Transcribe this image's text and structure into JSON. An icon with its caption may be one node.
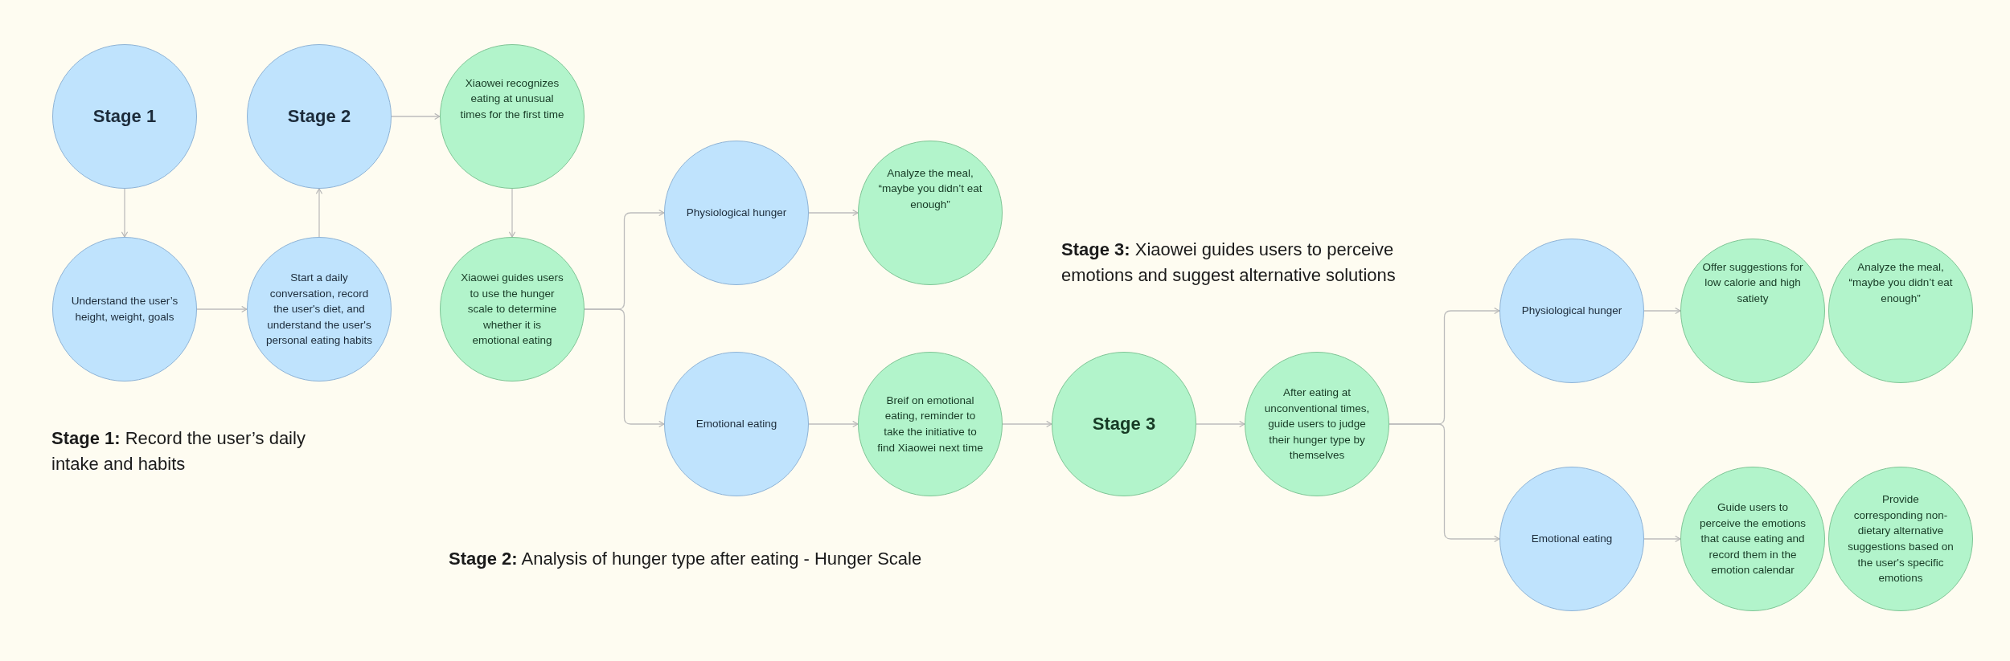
{
  "diagram": {
    "nodes": [
      {
        "text": [
          "Stage 1"
        ]
      },
      {
        "text": [
          "Understand the user’s height, weight, goals"
        ]
      },
      {
        "text": [
          "Start a daily conversation, record the user's diet, and understand the user's personal eating habits"
        ]
      },
      {
        "text": [
          "Stage 2"
        ]
      },
      {
        "text": [
          "Xiaowei recognizes eating at unusual times for the first time"
        ]
      },
      {
        "text": [
          "Xiaowei guides users to use the hunger scale to determine whether it is emotional eating"
        ]
      },
      {
        "text": [
          "Physiological hunger"
        ]
      },
      {
        "text": [
          "Analyze the meal, “maybe you didn’t eat enough”"
        ]
      },
      {
        "text": [
          "Emotional eating"
        ]
      },
      {
        "text": [
          "Breif on emotional eating, reminder to take the initiative to find Xiaowei next time"
        ]
      },
      {
        "text": [
          "Stage 3"
        ]
      },
      {
        "text": [
          "After eating at unconventional times, guide users to judge their hunger type by themselves"
        ]
      },
      {
        "text": [
          "Physiological hunger"
        ]
      },
      {
        "text": [
          "Offer suggestions for low calorie and high satiety"
        ]
      },
      {
        "text": [
          "Analyze the meal, “maybe you didn’t eat enough”"
        ]
      },
      {
        "text": [
          "Emotional eating"
        ]
      },
      {
        "text": [
          "Guide users to perceive the emotions that cause eating and record them in the emotion calendar"
        ]
      },
      {
        "text": [
          "Provide corresponding non-dietary alternative suggestions based on the user's specific emotions"
        ]
      }
    ],
    "edges": [
      {
        "from": 0,
        "to": 1,
        "arrow": "to"
      },
      {
        "from": 1,
        "to": 2,
        "arrow": "to"
      },
      {
        "from": 2,
        "to": 3,
        "arrow": "to"
      },
      {
        "from": 3,
        "to": 4,
        "arrow": "to"
      },
      {
        "from": 4,
        "to": 5,
        "arrow": "to"
      },
      {
        "from": 5,
        "to": 6,
        "arrow": "to"
      },
      {
        "from": 5,
        "to": 8,
        "arrow": "to"
      },
      {
        "from": 6,
        "to": 7,
        "arrow": "to"
      },
      {
        "from": 8,
        "to": 9,
        "arrow": "to"
      },
      {
        "from": 9,
        "to": 10,
        "arrow": "to"
      },
      {
        "from": 10,
        "to": 11,
        "arrow": "to"
      },
      {
        "from": 11,
        "to": 12,
        "arrow": "to"
      },
      {
        "from": 11,
        "to": 15,
        "arrow": "to"
      },
      {
        "from": 12,
        "to": 13,
        "arrow": "to"
      },
      {
        "from": 15,
        "to": 16,
        "arrow": "to"
      }
    ],
    "labels": [
      "**Stage 3:** Xiaowei guides users to perceive emotions and suggest alternative solutions",
      "**Stage 1:** Record the user’s daily intake and habits",
      "**Stage 2:** Analysis of hunger type after eating - Hunger Scale"
    ]
  }
}
